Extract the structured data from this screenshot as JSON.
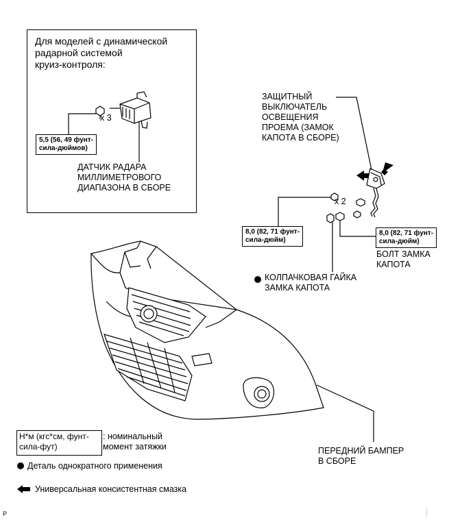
{
  "inset": {
    "title": "Для моделей с динамической\nрадарной системой\nкруиз-контроля:",
    "qty": "x 3",
    "torque": "5,5 (56, 49 фунт-\nсила-дюймов)",
    "part_label": "ДАТЧИК РАДАРА\nМИЛЛИМЕТРОВОГО\nДИАПАЗОНА В СБОРЕ"
  },
  "hood_lock": {
    "switch_label": "ЗАЩИТНЫЙ\nВЫКЛЮЧАТЕЛЬ\nОСВЕЩЕНИЯ\nПРОЕМА (ЗАМОК\nКАПОТА В СБОРЕ)",
    "qty": "x 2",
    "torque_left": "8,0 (82, 71 фунт-\nсила-дюйм)",
    "torque_right": "8,0 (82, 71 фунт-\nсила-дюйм)",
    "bolt_label": "БОЛТ ЗАМКА\nКАПОТА",
    "nut_label": "КОЛПАЧКОВАЯ ГАЙКА\nЗАМКА КАПОТА"
  },
  "bumper_label": "ПЕРЕДНИЙ БАМПЕР\nВ СБОРЕ",
  "legend": {
    "torque_box": "Н*м (кгс*см, фунт-\nсила-фут)",
    "torque_desc": ": номинальный\nмомент затяжки",
    "single_use": "Деталь однократного применения",
    "grease": "Универсальная консистентная смазка"
  },
  "footer_code": "P"
}
